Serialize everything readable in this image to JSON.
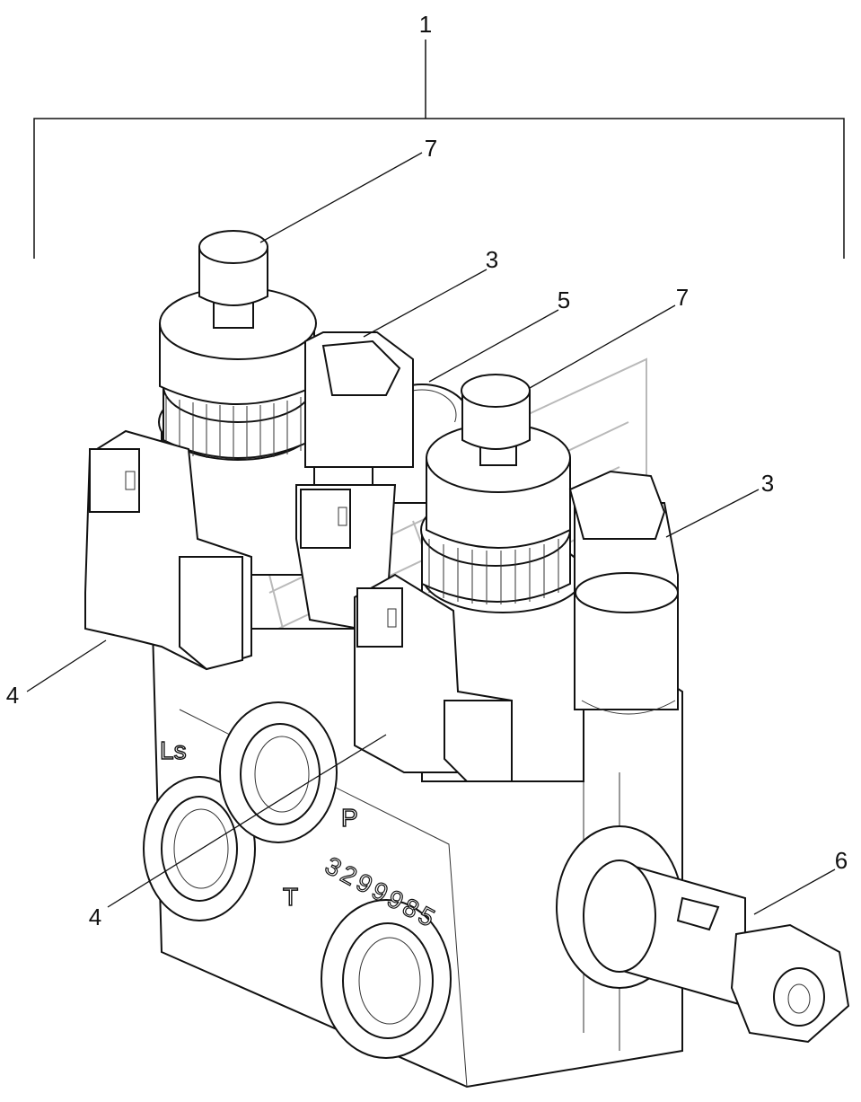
{
  "callouts": {
    "assembly": "1",
    "connector_top": "3",
    "connector_right": "3",
    "plug_top": "7",
    "plug_right": "7",
    "valve_body": "5",
    "cartridge_valve": "6",
    "port_upper": "4",
    "port_lower": "4"
  },
  "port_markings": {
    "ls": "Ls",
    "p": "P",
    "t": "T"
  },
  "part_number": "3299985"
}
